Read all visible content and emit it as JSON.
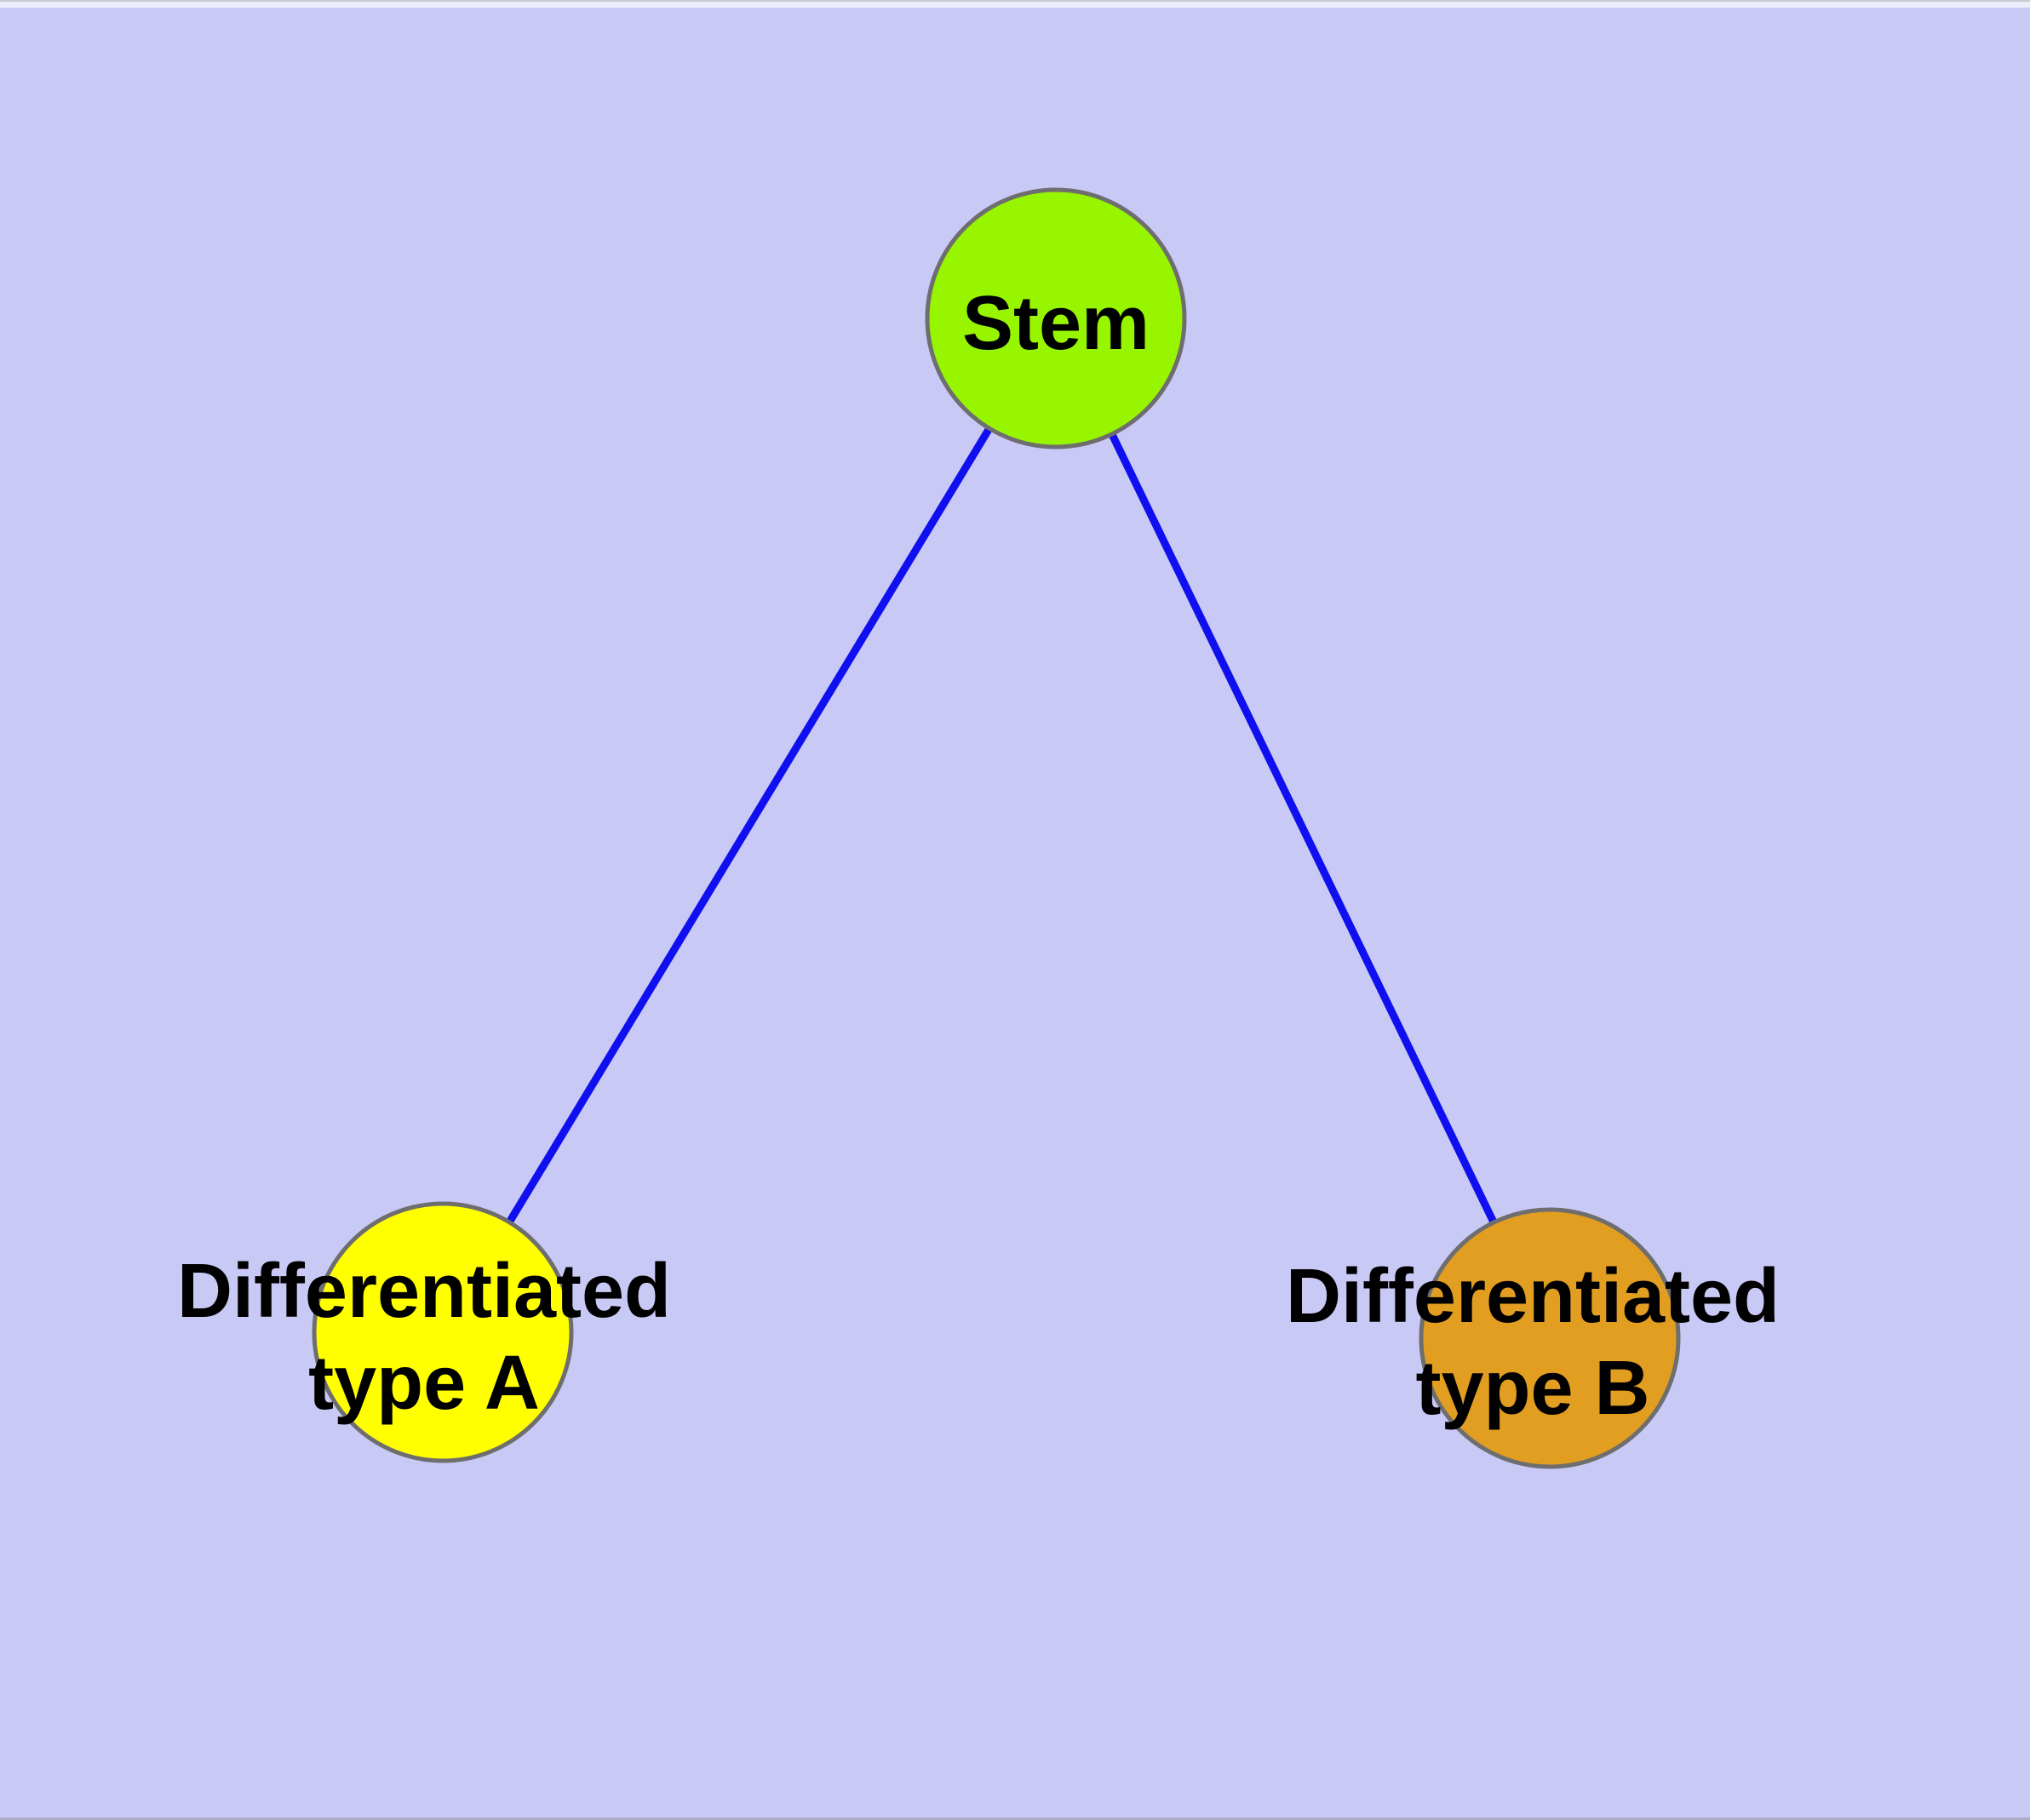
{
  "diagram": {
    "background_color": "#C9C9F6",
    "edge_color": "#0F0FEF",
    "node_border_color": "#6E6E6E",
    "label_color": "#000000",
    "nodes": [
      {
        "id": "stem",
        "label": "Stem",
        "fill_color": "#98F500"
      },
      {
        "id": "differentiated-type-a",
        "label_line1": "Differentiated",
        "label_line2": "type A",
        "fill_color": "#FFFF00"
      },
      {
        "id": "differentiated-type-b",
        "label_line1": "Differentiated",
        "label_line2": "type B",
        "fill_color": "#E29E20"
      }
    ],
    "edges": [
      {
        "source": "Stem",
        "target": "Differentiated type A"
      },
      {
        "source": "Stem",
        "target": "Differentiated type B"
      }
    ]
  }
}
